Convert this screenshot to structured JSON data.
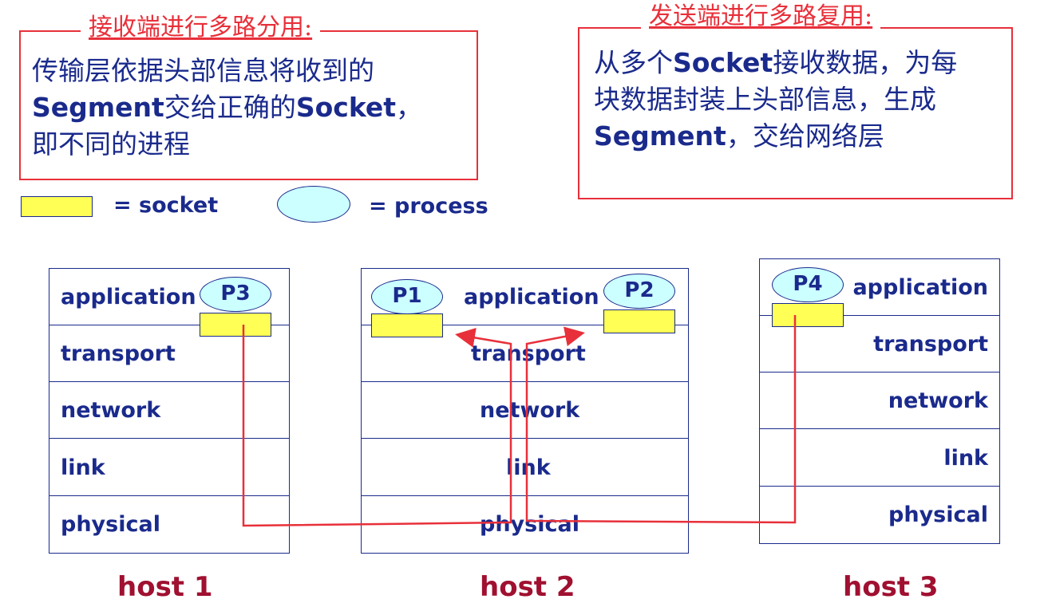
{
  "receiver_box": {
    "title": "接收端进行多路分用:",
    "line1": "传输层依据头部信息将收到的",
    "line2_bold": "Segment",
    "line2_mid": "交给正确的",
    "line2_bold2": "Socket",
    "line2_end": "，",
    "line3": "即不同的进程"
  },
  "sender_box": {
    "title": "发送端进行多路复用:",
    "line1_start": "从多个",
    "line1_bold": "Socket",
    "line1_end": "接收数据，为每",
    "line2": "块数据封装上头部信息，生成",
    "line3_bold": "Segment",
    "line3_end": "，交给网络层"
  },
  "legend": {
    "socket_label": "= socket",
    "process_label": "= process"
  },
  "layers": [
    "application",
    "transport",
    "network",
    "link",
    "physical"
  ],
  "hosts": [
    {
      "label": "host 1",
      "processes": [
        "P3"
      ]
    },
    {
      "label": "host 2",
      "processes": [
        "P1",
        "P2"
      ]
    },
    {
      "label": "host 3",
      "processes": [
        "P4"
      ]
    }
  ],
  "colors": {
    "accent_red": "#e8303a",
    "text_blue": "#1a2a8c",
    "host_label": "#a01030",
    "socket_fill": "#ffff55",
    "process_fill": "#ccffff"
  }
}
